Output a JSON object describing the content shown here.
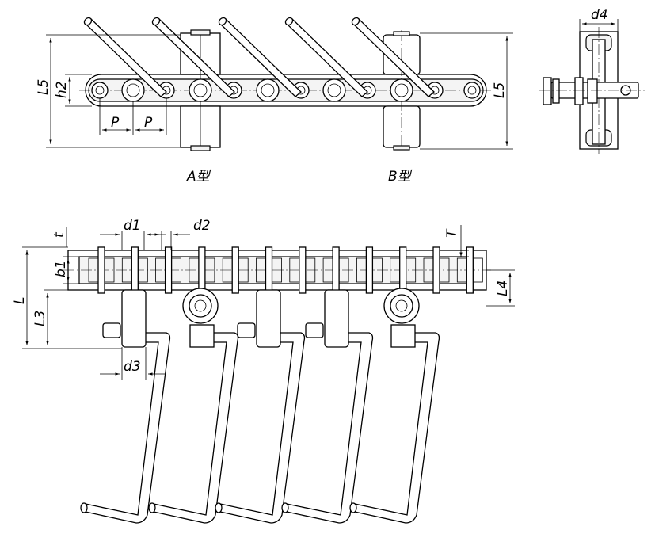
{
  "captions": {
    "type_a": "A型",
    "type_b": "B型"
  },
  "dims": {
    "l5": "L5",
    "h2": "h2",
    "p": "P",
    "d4": "d4",
    "d1": "d1",
    "d2": "d2",
    "t_small": "t",
    "t_big": "T",
    "b1": "b1",
    "l": "L",
    "l3": "L3",
    "l4": "L4",
    "d3": "d3"
  }
}
